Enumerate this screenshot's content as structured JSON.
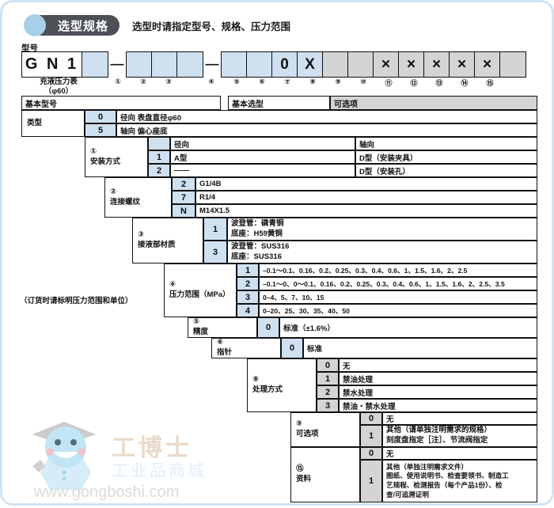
{
  "header": {
    "badge": "选型规格",
    "subtitle": "选型时请指定型号、规格、压力范围"
  },
  "model_number": {
    "label": "型号",
    "prefix": "G N 1",
    "caption": "充液压力表\n（φ60）",
    "cells": [
      {
        "text": "G N 1",
        "style": "wide-white"
      },
      {
        "text": "",
        "style": "blue"
      },
      {
        "text": "—",
        "style": "dash"
      },
      {
        "text": "",
        "style": "blue"
      },
      {
        "text": "",
        "style": "blue"
      },
      {
        "text": "",
        "style": "blue"
      },
      {
        "text": "—",
        "style": "dash"
      },
      {
        "text": "",
        "style": "blue"
      },
      {
        "text": "",
        "style": "blue"
      },
      {
        "text": "0",
        "style": "blue"
      },
      {
        "text": "X",
        "style": "blue"
      },
      {
        "text": "",
        "style": "gray"
      },
      {
        "text": "",
        "style": "gray"
      },
      {
        "text": "×",
        "style": "gray"
      },
      {
        "text": "×",
        "style": "gray"
      },
      {
        "text": "×",
        "style": "gray"
      },
      {
        "text": "×",
        "style": "gray"
      },
      {
        "text": "×",
        "style": "gray"
      },
      {
        "text": "",
        "style": "gray"
      }
    ],
    "markers": [
      "①",
      "②",
      "③",
      "④",
      "⑤",
      "⑥",
      "⑦",
      "⑧",
      "⑨",
      "⑩",
      "⑪",
      "⑫",
      "⑬",
      "⑭",
      "⑮"
    ]
  },
  "section_headers": {
    "basic_model": "基本型号",
    "basic_select": "基本选型",
    "optional": "可选项"
  },
  "rows": {
    "type": {
      "label": "类型",
      "items": [
        {
          "code": "0",
          "text": "径向 表盘直径φ60"
        },
        {
          "code": "5",
          "text": "轴向 偏心座底"
        }
      ]
    },
    "mounting": {
      "marker": "①",
      "label": "安装方式",
      "col_radial": "径向",
      "col_axial": "轴向",
      "items": [
        {
          "code": "1",
          "radial": "A型",
          "axial": "D型（安装夹具）"
        },
        {
          "code": "2",
          "radial": "——",
          "axial": "D型（安装孔）"
        }
      ]
    },
    "thread": {
      "marker": "②",
      "label": "连接螺纹",
      "items": [
        {
          "code": "2",
          "text": "G1/4B"
        },
        {
          "code": "7",
          "text": "R1/4"
        },
        {
          "code": "N",
          "text": "M14X1.5"
        }
      ]
    },
    "material": {
      "marker": "③",
      "label": "接液部材质",
      "items": [
        {
          "code": "1",
          "line1": "波登管：磷青铜",
          "line2": "底座：H59黄铜"
        },
        {
          "code": "3",
          "line1": "波登管：SUS316",
          "line2": "底座：SUS316"
        }
      ]
    },
    "pressure": {
      "marker": "④",
      "label": "压力范围（MPa）",
      "note": "（订货时请标明压力范围和单位）",
      "items": [
        {
          "code": "1",
          "text": "–0.1～0.1、0.16、0.2、0.25、0.3、0.4、0.6、1、1.5、1.6、2、2.5"
        },
        {
          "code": "2",
          "text": "–0.1～0、0～0.1、0.16、0.2、0.25、0.3、0.4、0.6、1、1.5、1.6、2、2.5、3.5"
        },
        {
          "code": "3",
          "text": "0–4、5、7、10、15"
        },
        {
          "code": "4",
          "text": "0–20、25、30、35、40、50"
        }
      ]
    },
    "accuracy": {
      "marker": "⑤",
      "label": "精度",
      "items": [
        {
          "code": "0",
          "text": "标准（±1.6%）"
        }
      ]
    },
    "pointer": {
      "marker": "⑥",
      "label": "指针",
      "items": [
        {
          "code": "0",
          "text": "标准"
        }
      ]
    },
    "treatment": {
      "marker": "⑧",
      "label": "处理方式",
      "items": [
        {
          "code": "0",
          "text": "无"
        },
        {
          "code": "1",
          "text": "禁油处理"
        },
        {
          "code": "2",
          "text": "禁水处理"
        },
        {
          "code": "3",
          "text": "禁油・禁水处理"
        }
      ]
    },
    "options": {
      "marker": "⑨",
      "label": "可选项",
      "items": [
        {
          "code": "0",
          "line1": "无",
          "line2": ""
        },
        {
          "code": "1",
          "line1": "其他（请单独注明需求的规格）",
          "line2": "刻度盘指定［注］、节流阀指定"
        }
      ]
    },
    "documents": {
      "marker": "⑮",
      "label": "资料",
      "items": [
        {
          "code": "0",
          "line1": "无",
          "line2": "",
          "line3": "",
          "line4": ""
        },
        {
          "code": "1",
          "line1": "其他（单独注明需求文件）",
          "line2": "图纸、使用说明书、检查要领书、制造工",
          "line3": "艺规程、检测报告（每个产品1份）、检",
          "line4": "查/可追溯证明"
        }
      ]
    }
  },
  "watermark": {
    "title": "工博士",
    "subtitle": "工业品商城",
    "url": "www.gongboshi.com"
  },
  "colors": {
    "blue_cell": "#cfe0f0",
    "gray_cell": "#d4d4d4",
    "badge": "#4d5156",
    "frame": "#cfe3f3"
  }
}
